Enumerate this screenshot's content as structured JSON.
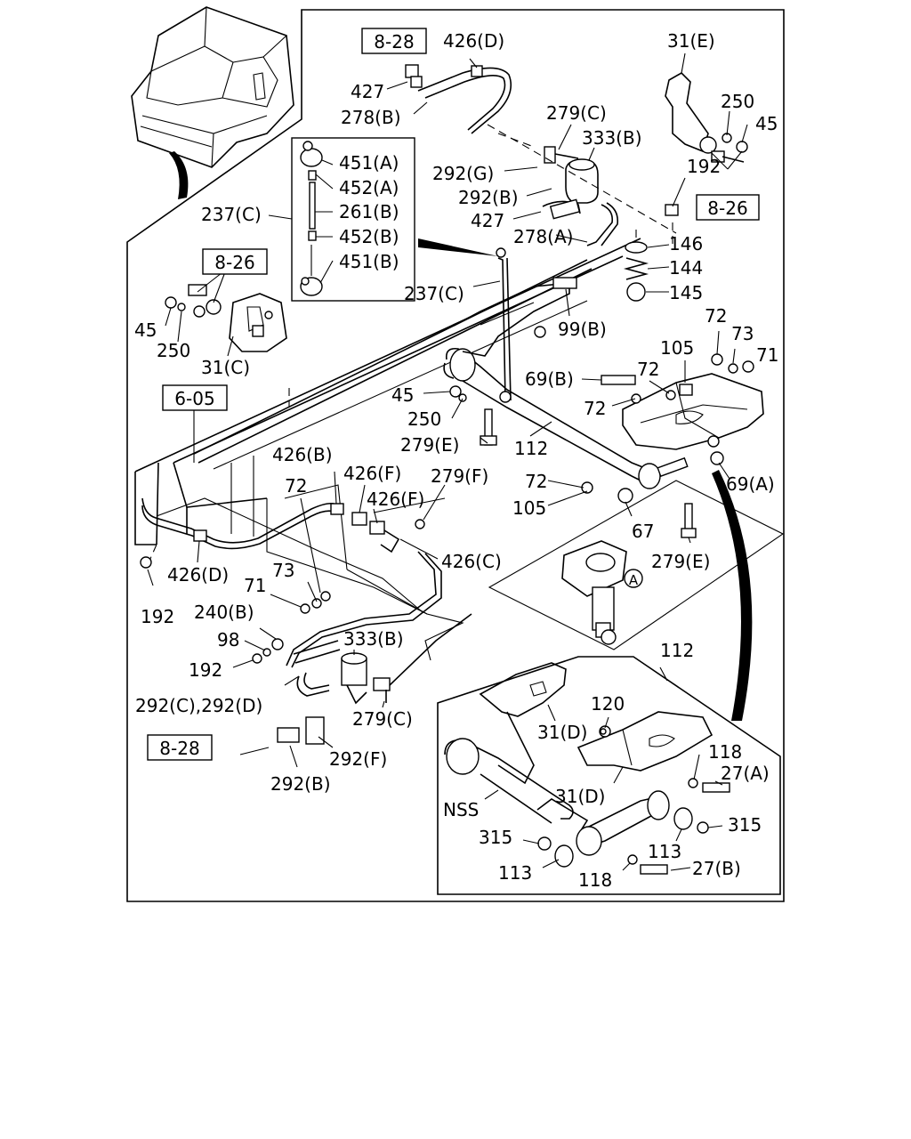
{
  "refs": [
    "8-28",
    "8-26",
    "8-26",
    "6-05",
    "8-28"
  ],
  "callout": "A",
  "labels": [
    "426(D)",
    "427",
    "278(B)",
    "31(E)",
    "250",
    "45",
    "279(C)",
    "333(B)",
    "192",
    "292(G)",
    "292(B)",
    "427",
    "278(A)",
    "146",
    "144",
    "145",
    "451(A)",
    "452(A)",
    "261(B)",
    "452(B)",
    "451(B)",
    "237(C)",
    "237(C)",
    "45",
    "250",
    "31(C)",
    "99(B)",
    "72",
    "73",
    "71",
    "105",
    "72",
    "69(B)",
    "72",
    "45",
    "250",
    "279(E)",
    "112",
    "426(B)",
    "426(F)",
    "426(F)",
    "279(F)",
    "72",
    "72",
    "105",
    "69(A)",
    "67",
    "426(C)",
    "426(D)",
    "192",
    "73",
    "71",
    "279(E)",
    "240(B)",
    "98",
    "192",
    "333(B)",
    "292(C),292(D)",
    "279(C)",
    "292(F)",
    "292(B)",
    "112",
    "120",
    "31(D)",
    "118",
    "27(A)",
    "31(D)",
    "NSS",
    "315",
    "315",
    "113",
    "113",
    "118",
    "27(B)"
  ]
}
